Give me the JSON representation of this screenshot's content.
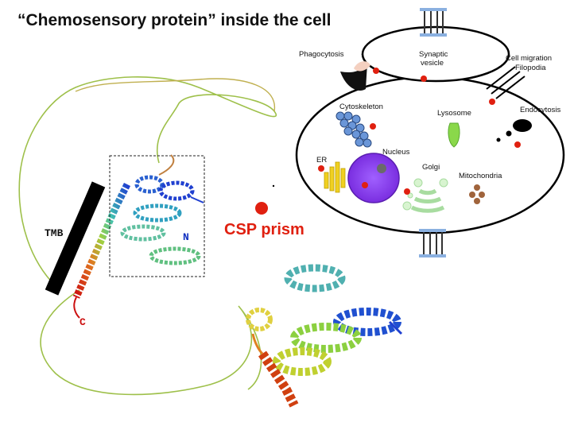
{
  "title": "“Chemosensory protein” inside the cell",
  "structure": {
    "tmb_label": "TMB",
    "c_label": "C",
    "n_label": "N",
    "prism_label": "CSP prism"
  },
  "cell": {
    "labels": {
      "phagocytosis": "Phagocytosis",
      "synaptic_line1": "Synaptic",
      "synaptic_line2": "vesicle",
      "cell_migration_line1": "Cell migration",
      "cell_migration_line2": "Filopodia",
      "endocytosis": "Endocytosis",
      "cytoskeleton": "Cytoskeleton",
      "lysosome": "Lysosome",
      "nucleus": "Nucleus",
      "er": "ER",
      "golgi": "Golgi",
      "mitochondria": "Mitochondria"
    }
  },
  "colors": {
    "csp_red": "#e02010",
    "nucleus": "#8a3cf0",
    "er": "#f0d020",
    "lysosome": "#8ad84a",
    "golgi": "#c0ecb0",
    "cytoskeleton": "#6a96d8",
    "mitochondria": "#a0643c",
    "tmb_bar": "#000000"
  }
}
